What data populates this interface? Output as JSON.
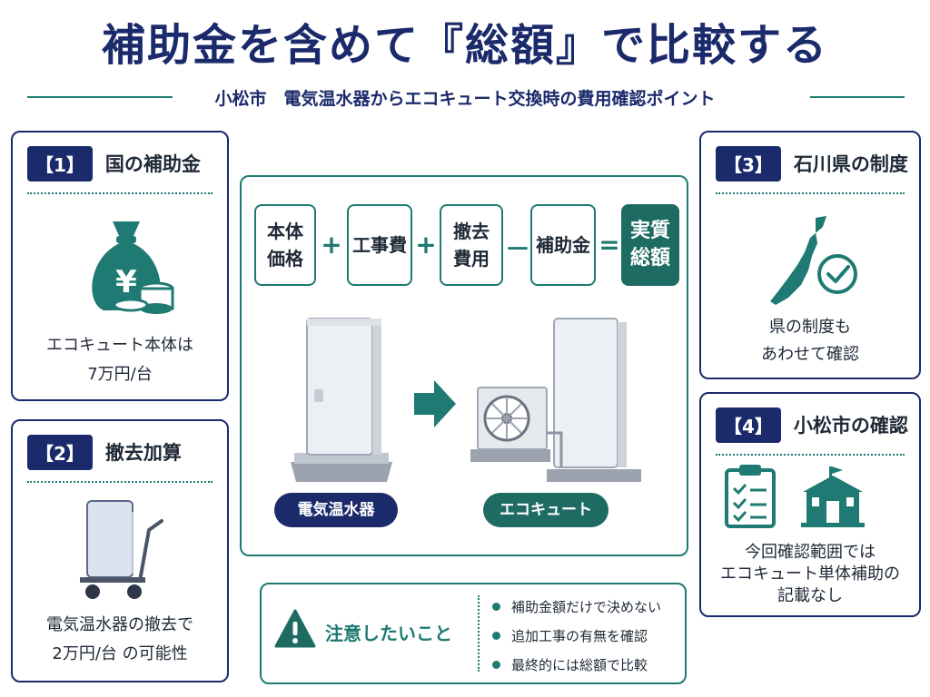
{
  "title": "補助金を含めて『総額』で比較する",
  "subtitle": "小松市　電気温水器からエコキュート交換時の費用確認ポイント",
  "card1": {
    "badge": "【1】",
    "title": "国の補助金",
    "line1": "エコキュート本体は",
    "line2": "7万円/台",
    "icon": "money-bag-yen-icon"
  },
  "card2": {
    "badge": "【2】",
    "title": "撤去加算",
    "line1": "電気温水器の撤去で",
    "line2": "2万円/台 の可能性",
    "icon": "water-heater-cart-icon"
  },
  "card3": {
    "badge": "【3】",
    "title": "石川県の制度",
    "line1": "県の制度も",
    "line2": "あわせて確認",
    "icon": "ishikawa-map-check-icon"
  },
  "card4": {
    "badge": "【4】",
    "title": "小松市の確認",
    "line1": "今回確認範囲では",
    "line2": "エコキュート単体補助の",
    "line3": "記載なし",
    "icon": "city-hall-icon"
  },
  "formula": {
    "box1": "本体\n価格",
    "op1": "+",
    "box2": "工事費",
    "op2": "+",
    "box3": "撤去\n費用",
    "op3": "－",
    "box4": "補助金",
    "op4": "=",
    "result": "実質\n総額"
  },
  "illustration": {
    "from_label": "電気温水器",
    "to_label": "エコキュート",
    "from_color": "#1b2a6b",
    "to_color": "#1e6b63"
  },
  "note": {
    "title": "注意したいこと",
    "items": [
      "補助金額だけで決めない",
      "追加工事の有無を確認",
      "最終的には総額で比較"
    ]
  },
  "colors": {
    "navy": "#1b2a6b",
    "teal": "#1e7a72",
    "teal_dark": "#1e6b63"
  }
}
